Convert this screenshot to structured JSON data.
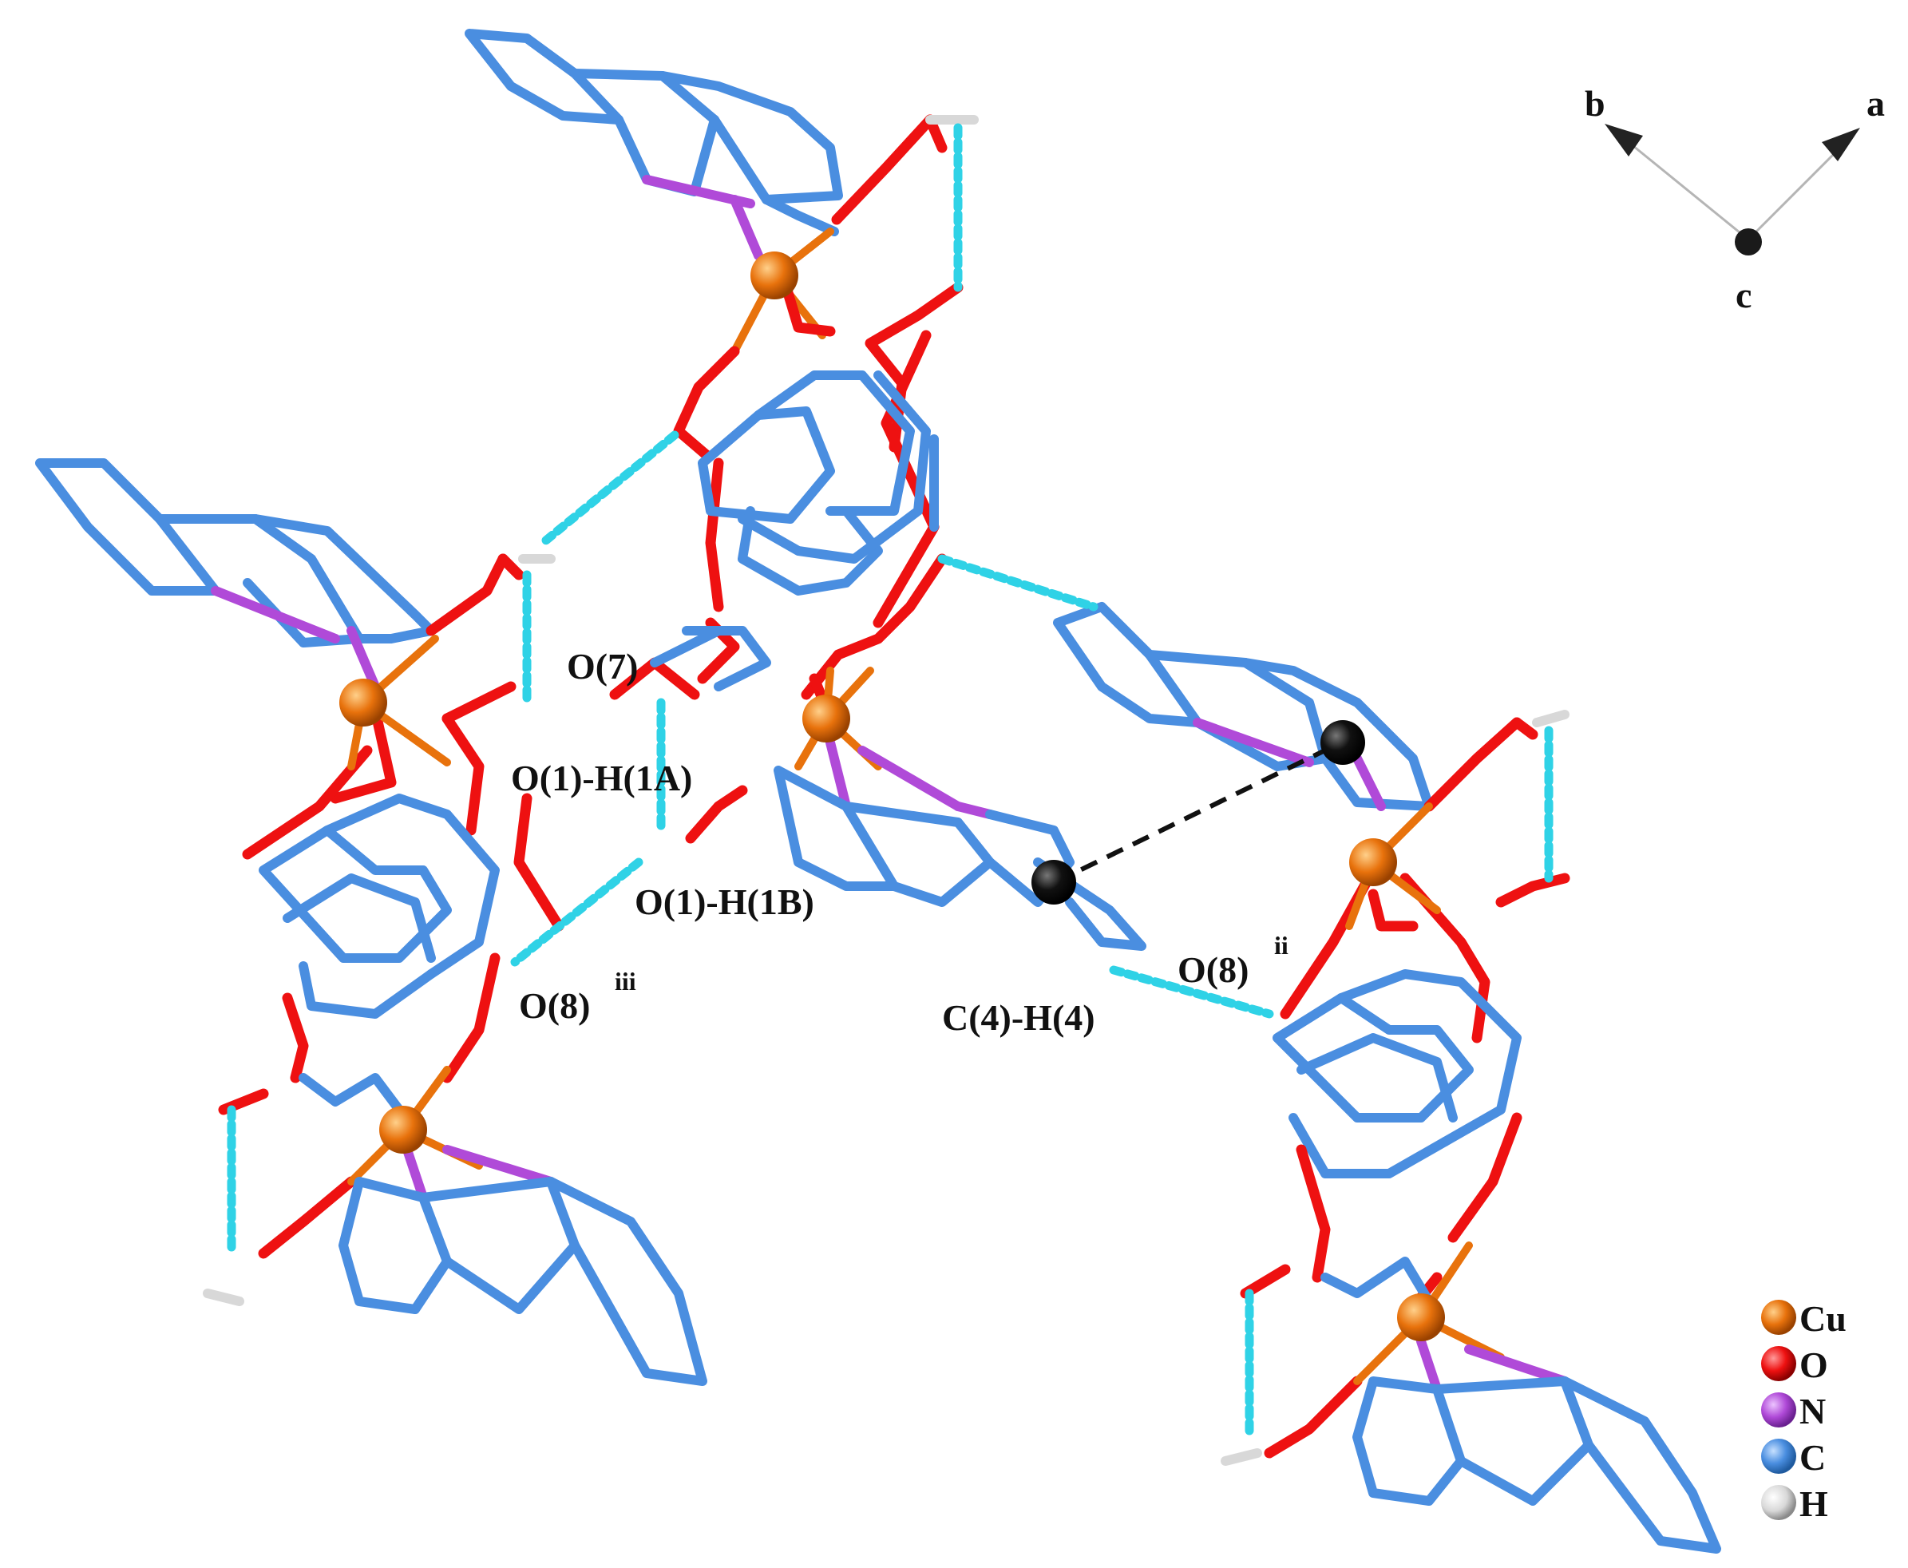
{
  "axes": {
    "a": "a",
    "b": "b",
    "c": "c"
  },
  "atom_labels": {
    "o7": "O(7)",
    "o1_h1a": "O(1)-H(1A)",
    "o1_h1b": "O(1)-H(1B)",
    "o8_iii": "O(8)",
    "o8_iii_sup": "iii",
    "c4_h4": "C(4)-H(4)",
    "o8_ii": "O(8)",
    "o8_ii_sup": "ii"
  },
  "legend": [
    {
      "symbol": "Cu",
      "color": "#e8720c"
    },
    {
      "symbol": "O",
      "color": "#ee1111"
    },
    {
      "symbol": "N",
      "color": "#b04ad8"
    },
    {
      "symbol": "C",
      "color": "#4a8ee0"
    },
    {
      "symbol": "H",
      "color": "#d8d8d8"
    }
  ],
  "colors": {
    "copper": "#e8720c",
    "oxygen": "#ee1111",
    "nitrogen": "#b04ad8",
    "carbon": "#4a8ee0",
    "hydrogen": "#d8d8d8",
    "hydrogen_bond": "#2fd2e6",
    "pi_interaction": "#111111"
  }
}
